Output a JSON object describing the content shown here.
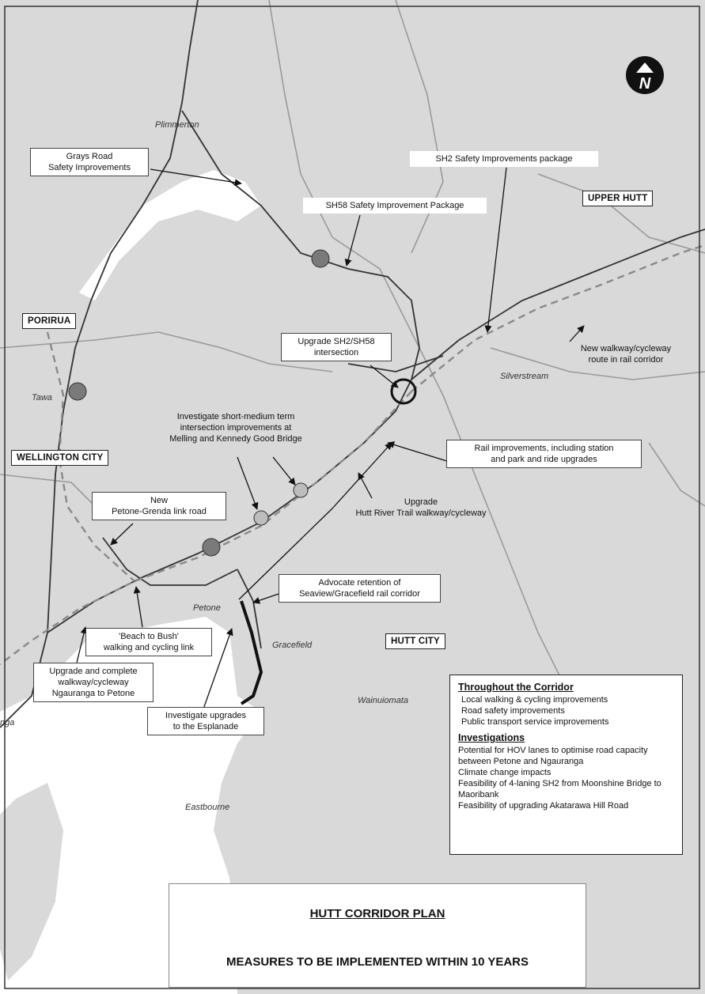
{
  "map": {
    "north_label": "N",
    "regions": {
      "upper_hutt": "UPPER HUTT",
      "porirua": "PORIRUA",
      "wellington_city": "WELLINGTON CITY",
      "hutt_city": "HUTT CITY"
    },
    "places": {
      "plimmerton": "Plimmerton",
      "tawa": "Tawa",
      "silverstream": "Silverstream",
      "petone": "Petone",
      "gracefield": "Gracefield",
      "wainuiomata": "Wainuiomata",
      "eastbourne": "Eastbourne",
      "nga": "nga"
    },
    "callouts": {
      "grays_road": "Grays Road\nSafety Improvements",
      "sh2_safety": "SH2 Safety Improvements package",
      "sh58_safety": "SH58 Safety Improvement Package",
      "sh2_sh58": "Upgrade SH2/SH58\nintersection",
      "walkway_rail": "New walkway/cycleway\nroute in rail corridor",
      "melling": "Investigate short-medium term\nintersection improvements at\nMelling and Kennedy Good Bridge",
      "rail_improvements": "Rail improvements, including station\nand park and ride upgrades",
      "petone_grenada": "New\nPetone-Grenda link road",
      "hutt_river": "Upgrade\nHutt River Trail walkway/cycleway",
      "seaview": "Advocate retention of\nSeaview/Gracefield rail corridor",
      "beach_bush": "'Beach to Bush'\nwalking and cycling link",
      "ngauranga": "Upgrade and complete\nwalkway/cycleway\nNgauranga to Petone",
      "esplanade": "Investigate upgrades\nto the Esplanade"
    },
    "legend": {
      "heading1": "Throughout the Corridor",
      "items1": [
        "Local walking & cycling improvements",
        "Road safety improvements",
        "Public transport service improvements"
      ],
      "heading2": "Investigations",
      "items2": [
        "Potential for HOV lanes to optimise road capacity between Petone and Ngauranga",
        "Climate change impacts",
        "Feasibility of 4-laning SH2 from Moonshine Bridge to Maoribank",
        "Feasibility of upgrading Akatarawa Hill Road"
      ]
    },
    "title": "HUTT CORRIDOR PLAN",
    "subtitle": "MEASURES TO BE IMPLEMENTED WITHIN 10 YEARS",
    "colors": {
      "land": "#d9d9d9",
      "water": "#ffffff",
      "boundary": "#9a9a9a",
      "road": "#333333",
      "rail": "#8a8a8a",
      "marker": "#7a7a7a"
    }
  }
}
